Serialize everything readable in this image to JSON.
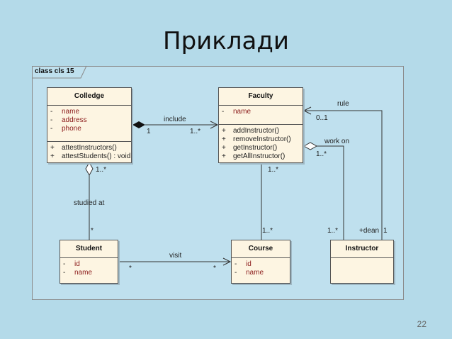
{
  "slide_title": "Приклади",
  "frame_label": "class cls 15",
  "classes": {
    "colledge": {
      "name": "Colledge",
      "attributes": [
        {
          "vis": "-",
          "text": "name"
        },
        {
          "vis": "-",
          "text": "address"
        },
        {
          "vis": "-",
          "text": "phone"
        }
      ],
      "operations": [
        {
          "vis": "+",
          "text": "attestInstructors()"
        },
        {
          "vis": "+",
          "text": "attestStudents() : void"
        }
      ]
    },
    "faculty": {
      "name": "Faculty",
      "attributes": [
        {
          "vis": "-",
          "text": "name"
        }
      ],
      "operations": [
        {
          "vis": "+",
          "text": "addInstructor()"
        },
        {
          "vis": "+",
          "text": "removeInstructor()"
        },
        {
          "vis": "+",
          "text": "getInstructor()"
        },
        {
          "vis": "+",
          "text": "getAllInstructor()"
        }
      ]
    },
    "student": {
      "name": "Student",
      "attributes": [
        {
          "vis": "-",
          "text": "id"
        },
        {
          "vis": "-",
          "text": "name"
        }
      ]
    },
    "course": {
      "name": "Course",
      "attributes": [
        {
          "vis": "-",
          "text": "id"
        },
        {
          "vis": "-",
          "text": "name"
        }
      ]
    },
    "instructor": {
      "name": "Instructor"
    }
  },
  "associations": {
    "include": {
      "label": "include",
      "source_mult": "1",
      "target_mult": "1..*"
    },
    "studied_at": {
      "label": "studied at",
      "top_mult": "1..*",
      "bottom_mult": "*"
    },
    "visit": {
      "label": "visit",
      "left_mult": "*",
      "right_mult": "*"
    },
    "faculty_course": {
      "top_mult": "1..*",
      "bottom_mult": "1..*"
    },
    "work_on": {
      "label": "work on",
      "faculty_mult": "1..*",
      "instructor_mult": "1..*"
    },
    "rule": {
      "label": "rule",
      "faculty_mult": "0..1",
      "instructor_role": "+dean",
      "instructor_mult": "1"
    }
  },
  "page_number": "22",
  "colors": {
    "background": "#b4dae9",
    "class_fill": "#fdf5e2",
    "attribute_text": "#8b1a1a"
  }
}
